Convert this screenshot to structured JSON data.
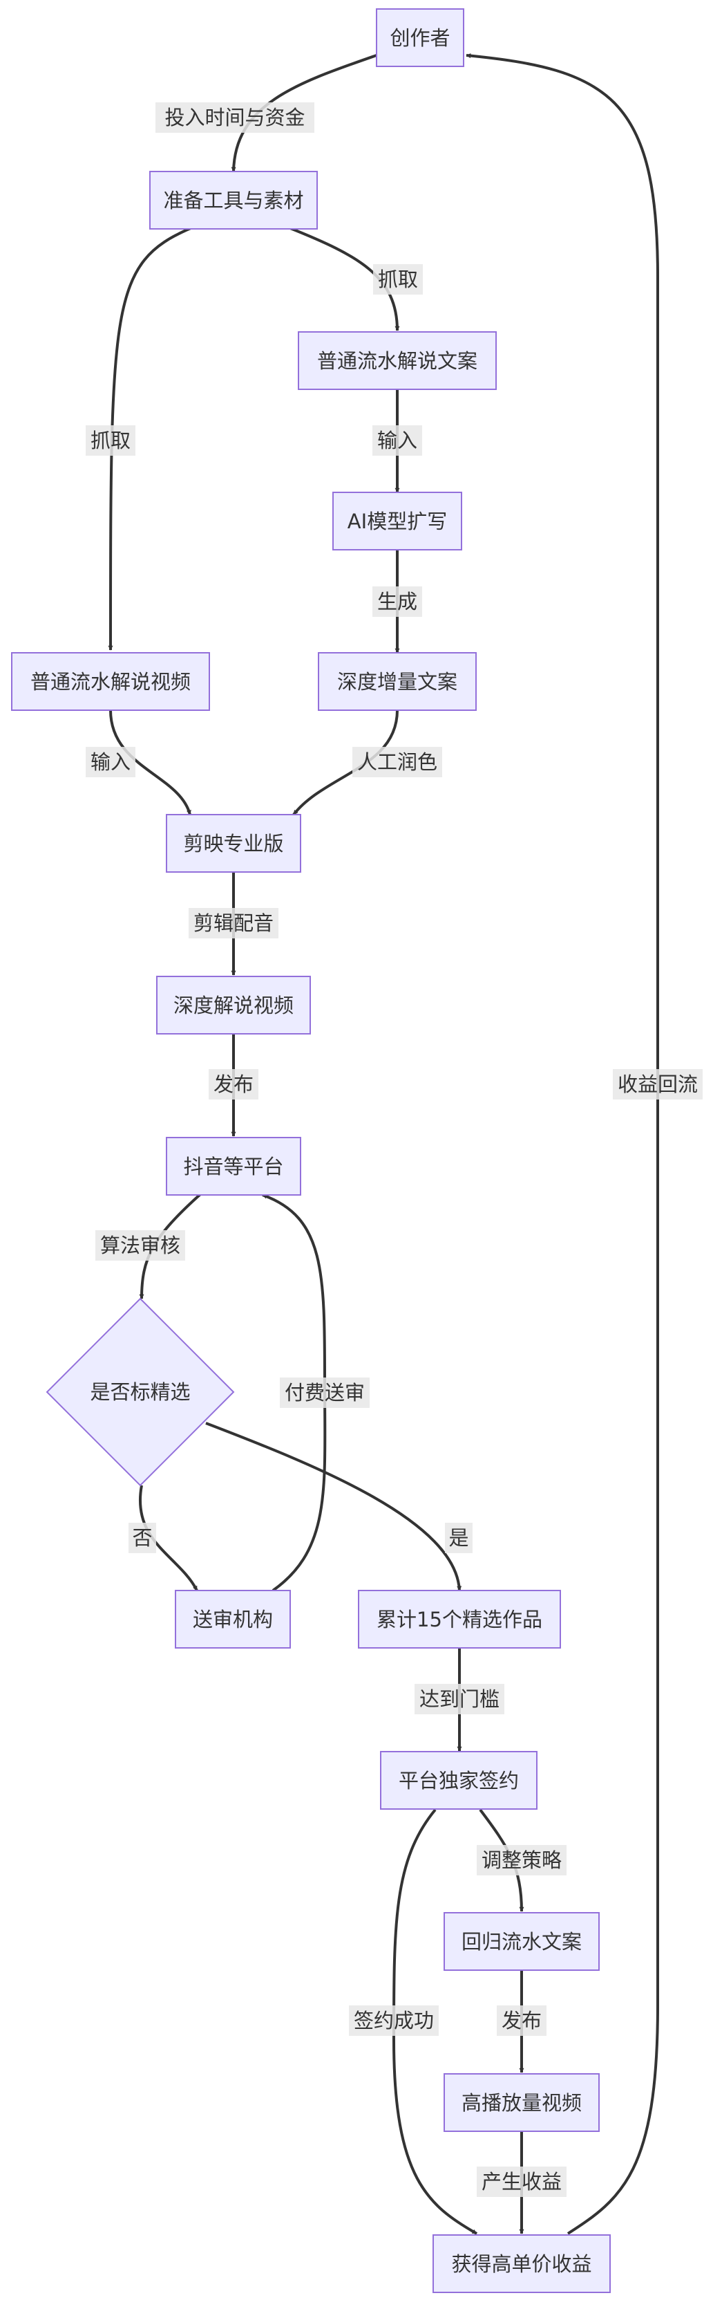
{
  "diagram": {
    "nodes": {
      "creator": "创作者",
      "prepare": "准备工具与素材",
      "normal_copy": "普通流水解说文案",
      "ai_model": "AI模型扩写",
      "normal_video": "普通流水解说视频",
      "deep_copy": "深度增量文案",
      "capcut": "剪映专业版",
      "deep_video": "深度解说视频",
      "douyin": "抖音等平台",
      "decision": "是否标精选",
      "review_agency": "送审机构",
      "accumulate": "累计15个精选作品",
      "exclusive": "平台独家签约",
      "return_copy": "回归流水文案",
      "high_play": "高播放量视频",
      "high_income": "获得高单价收益"
    },
    "edges": {
      "invest": "投入时间与资金",
      "grab1": "抓取",
      "grab2": "抓取",
      "input1": "输入",
      "generate": "生成",
      "input2": "输入",
      "polish": "人工润色",
      "edit_dub": "剪辑配音",
      "publish1": "发布",
      "algo_review": "算法审核",
      "no": "否",
      "paid_review": "付费送审",
      "yes": "是",
      "threshold": "达到门槛",
      "adjust": "调整策略",
      "publish2": "发布",
      "sign_success": "签约成功",
      "earn": "产生收益",
      "income_return": "收益回流"
    }
  }
}
